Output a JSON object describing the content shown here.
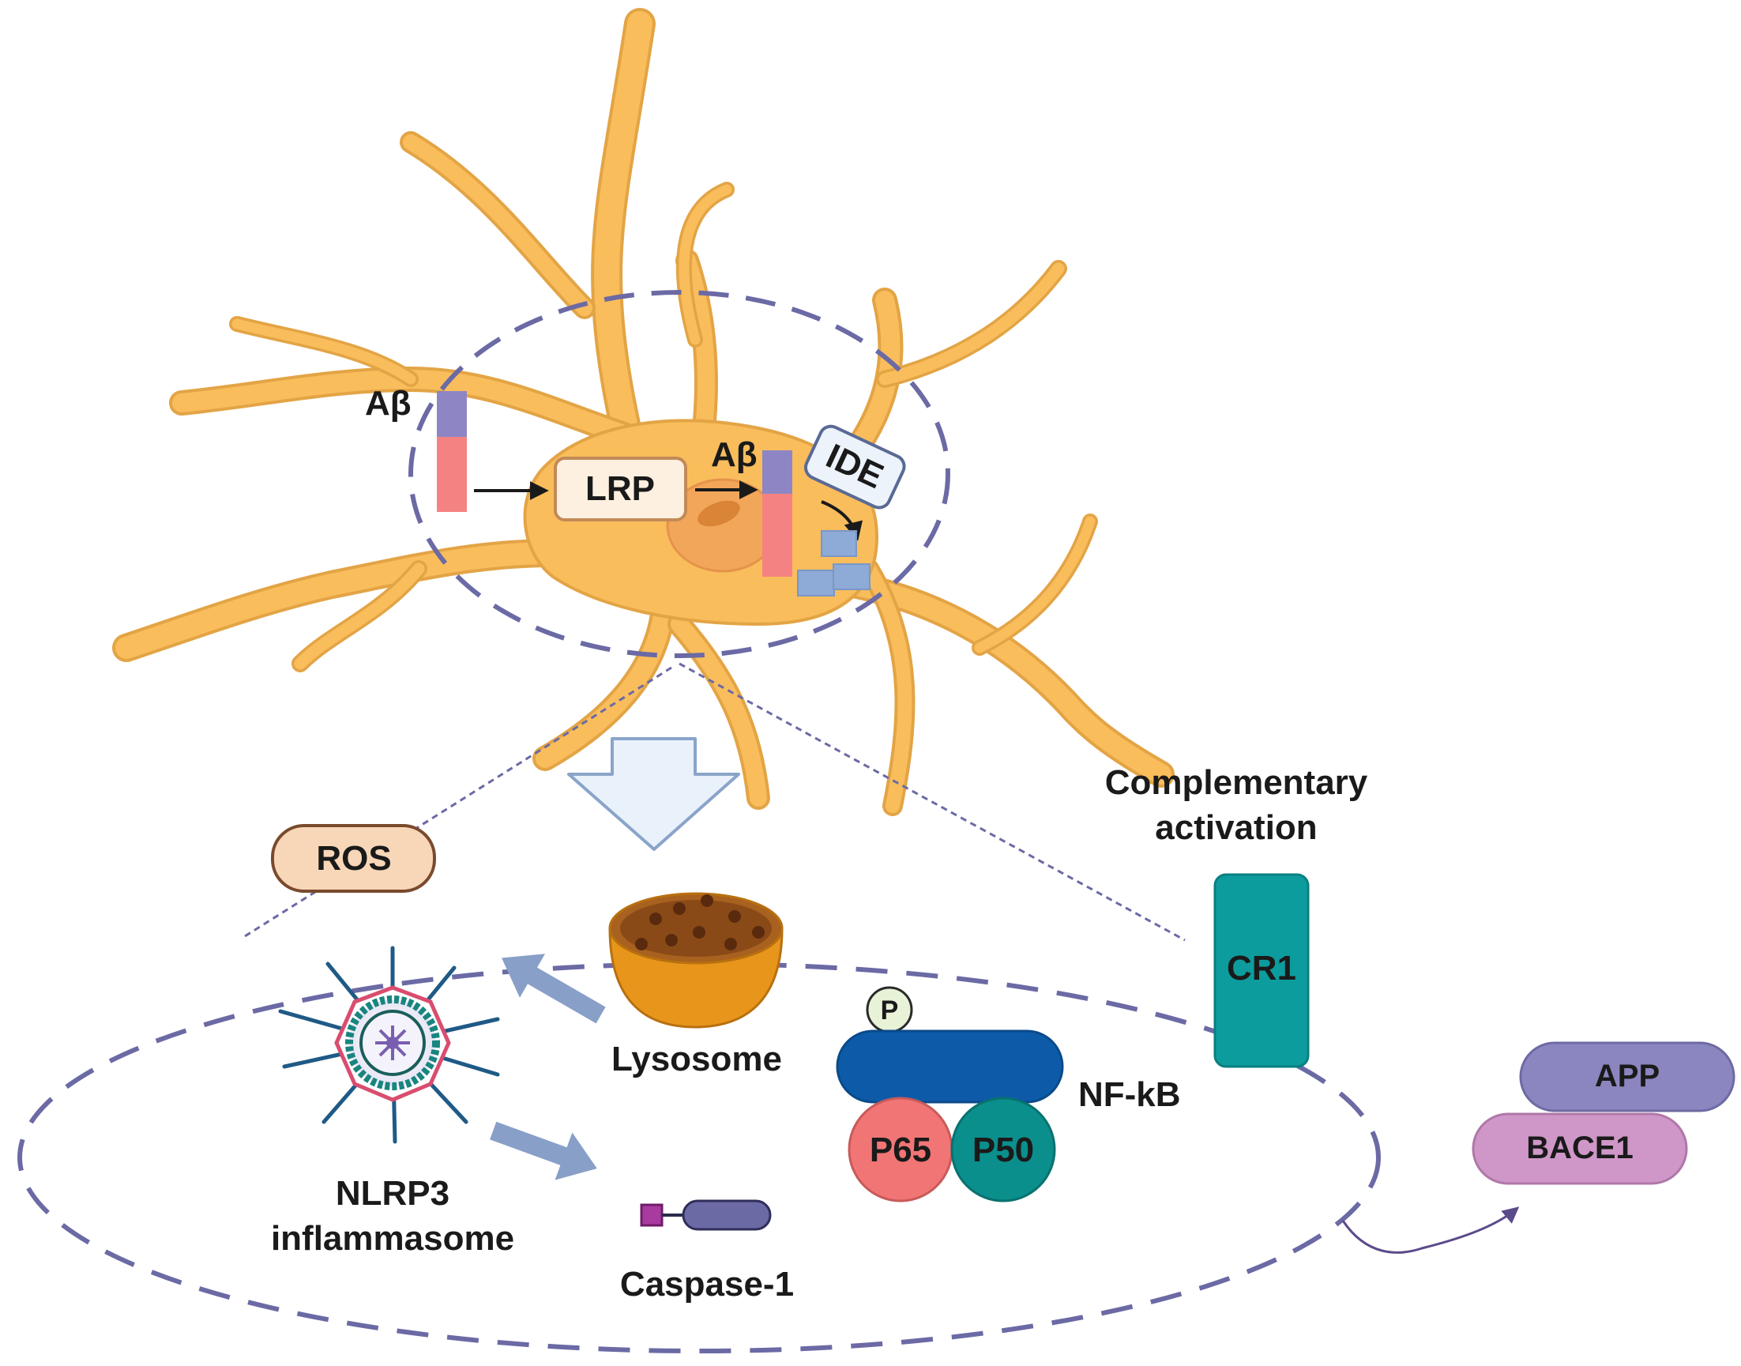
{
  "labels": {
    "abeta_outer": "Aβ",
    "abeta_inner": "Aβ",
    "lrp": "LRP",
    "ide": "IDE",
    "ros": "ROS",
    "complementary_line1": "Complementary",
    "complementary_line2": "activation",
    "cr1": "CR1",
    "lysosome": "Lysosome",
    "nlrp3_line1": "NLRP3",
    "nlrp3_line2": "inflammasome",
    "caspase": "Caspase-1",
    "phospho": "P",
    "nfkb": "NF-kB",
    "p65": "P65",
    "p50": "P50",
    "app": "APP",
    "bace1": "BACE1"
  },
  "colors": {
    "cell": "#f9bd5c",
    "cell_stroke": "#e3a445",
    "nucleus": "#f2a65a",
    "dashed": "#6b6aa5",
    "abeta_top": "#8e86c4",
    "abeta_bottom": "#f58282",
    "lrp_fill": "#fdf0e0",
    "ros_fill": "#f8d7b8",
    "cr1": "#0d9c9e",
    "lysosome": "#e8951c",
    "nfkb": "#0d5ba8",
    "p65": "#f27575",
    "p50": "#0b8f8c",
    "app": "#8b86c0",
    "bace1": "#cf97c8",
    "caspase": "#6b6aa5",
    "arrow_light": "#e9f1fb",
    "arrow_grey": "#889fc8"
  }
}
